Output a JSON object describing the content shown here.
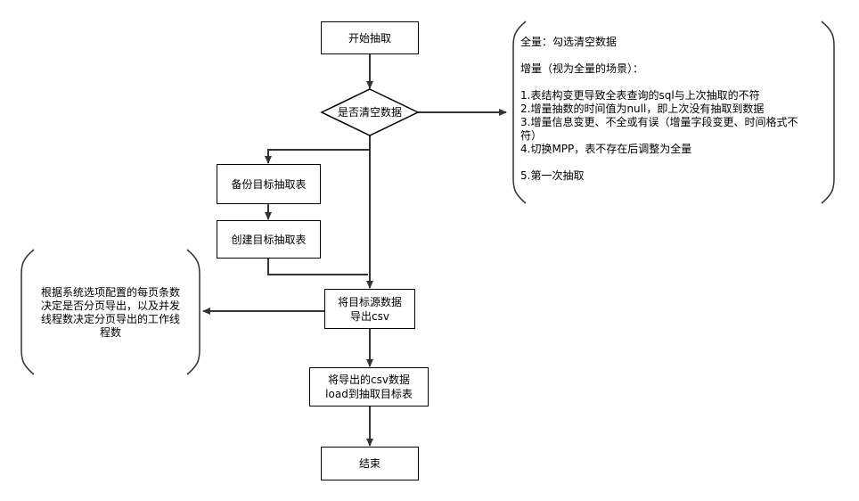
{
  "nodes": {
    "start": "开始抽取",
    "decision": "是否清空数据",
    "backup": "备份目标抽取表",
    "create": "创建目标抽取表",
    "export_line1": "将目标源数据",
    "export_line2": "导出csv",
    "load_line1": "将导出的csv数据",
    "load_line2": "load到抽取目标表",
    "end": "结束"
  },
  "right_note": {
    "full": "全量：勾选清空数据",
    "incremental_title": "增量（视为全量的场景）：",
    "items": [
      "1.表结构变更导致全表查询的sql与上次抽取的不符",
      "2.增量抽数的时间值为null，即上次没有抽取到数据",
      "3.增量信息变更、不全或有误（增量字段变更、时间格式不",
      "符）",
      "4.切换MPP，表不存在后调整为全量",
      "",
      "5.第一次抽取"
    ]
  },
  "left_note": {
    "lines": [
      "根据系统选项配置的每页条数",
      "决定是否分页导出，以及并发",
      "线程数决定分页导出的工作线",
      "程数"
    ]
  }
}
